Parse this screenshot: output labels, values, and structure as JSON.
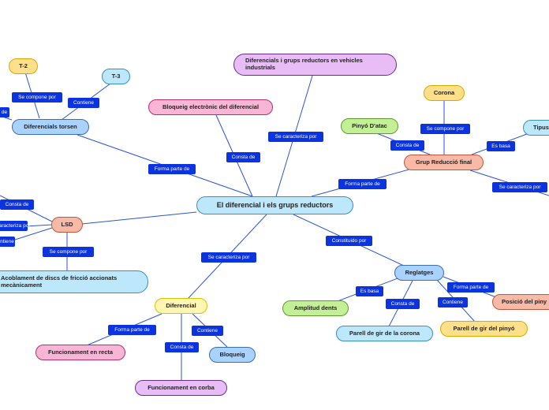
{
  "diagram": {
    "nodes": {
      "central": "El diferencial i els grups reductors",
      "t2": "T-2",
      "t3": "T-3",
      "torsen": "Diferencials torsen",
      "bloqueig_electronic": "Bloqueig electrònic del diferencial",
      "vehicles": "Diferencials i grups reductors en vehicles industrials",
      "corona": "Corona",
      "pinyo_atac": "Pinyó D'atac",
      "tipus": "Tipus",
      "grup_reduccio": "Grup Reducció final",
      "lsd": "LSD",
      "acoblament": "Acoblament de discs de fricció accionats mecànicament",
      "reglatges": "Reglatges",
      "amplitud": "Amplitud dents",
      "posicio": "Posició del piny",
      "parell_corona": "Parell de gir de la corona",
      "parell_pinyo": "Parell de gir del pinyó",
      "diferencial": "Diferencial",
      "recta": "Funcionament en recta",
      "bloqueig": "Bloqueig",
      "corba": "Funcionament en corba"
    },
    "labels": {
      "l_de_left": "de",
      "l_compone_t2": "Se compone por",
      "l_contiene_t3": "Contiene",
      "l_forma_torsen": "Forma parte de",
      "l_consta_bloq": "Consta de",
      "l_caracteriza_veh": "Se caracteriza por",
      "l_compone_corona": "Se compone por",
      "l_consta_pinyo": "Consta de",
      "l_esbasa_tipus": "Es basa",
      "l_forma_grup": "Forma parte de",
      "l_caracteriza_right": "Se caracteriza por",
      "l_consta_lsd": "Consta de",
      "l_caracteriza_lsd": "caracteriza por",
      "l_contiene_lsd": "ntiene",
      "l_compone_lsd": "Se compone por",
      "l_caracteriza_dif": "Se caracteriza por",
      "l_constituido": "Constituido por",
      "l_esbasa_ampl": "Es basa",
      "l_consta_reg": "Consta de",
      "l_contiene_reg": "Contiene",
      "l_forma_posicio": "Forma parte de",
      "l_forma_recta": "Forma parte de",
      "l_consta_corba": "Consta de",
      "l_contiene_bloq": "Contiene"
    }
  }
}
